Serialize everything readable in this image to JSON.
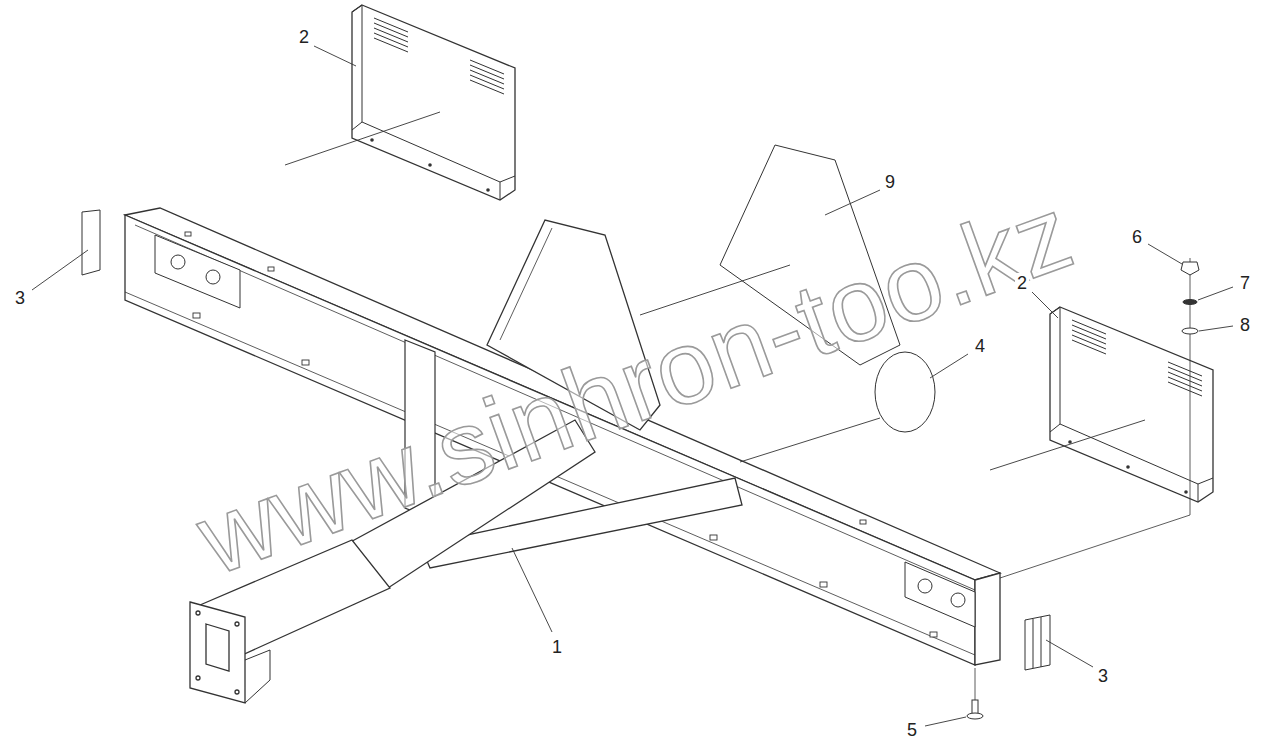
{
  "diagram": {
    "labels": [
      "2",
      "9",
      "6",
      "3",
      "2",
      "7",
      "8",
      "4",
      "1",
      "3",
      "5",
      "www.sinhron-too.kz"
    ]
  }
}
